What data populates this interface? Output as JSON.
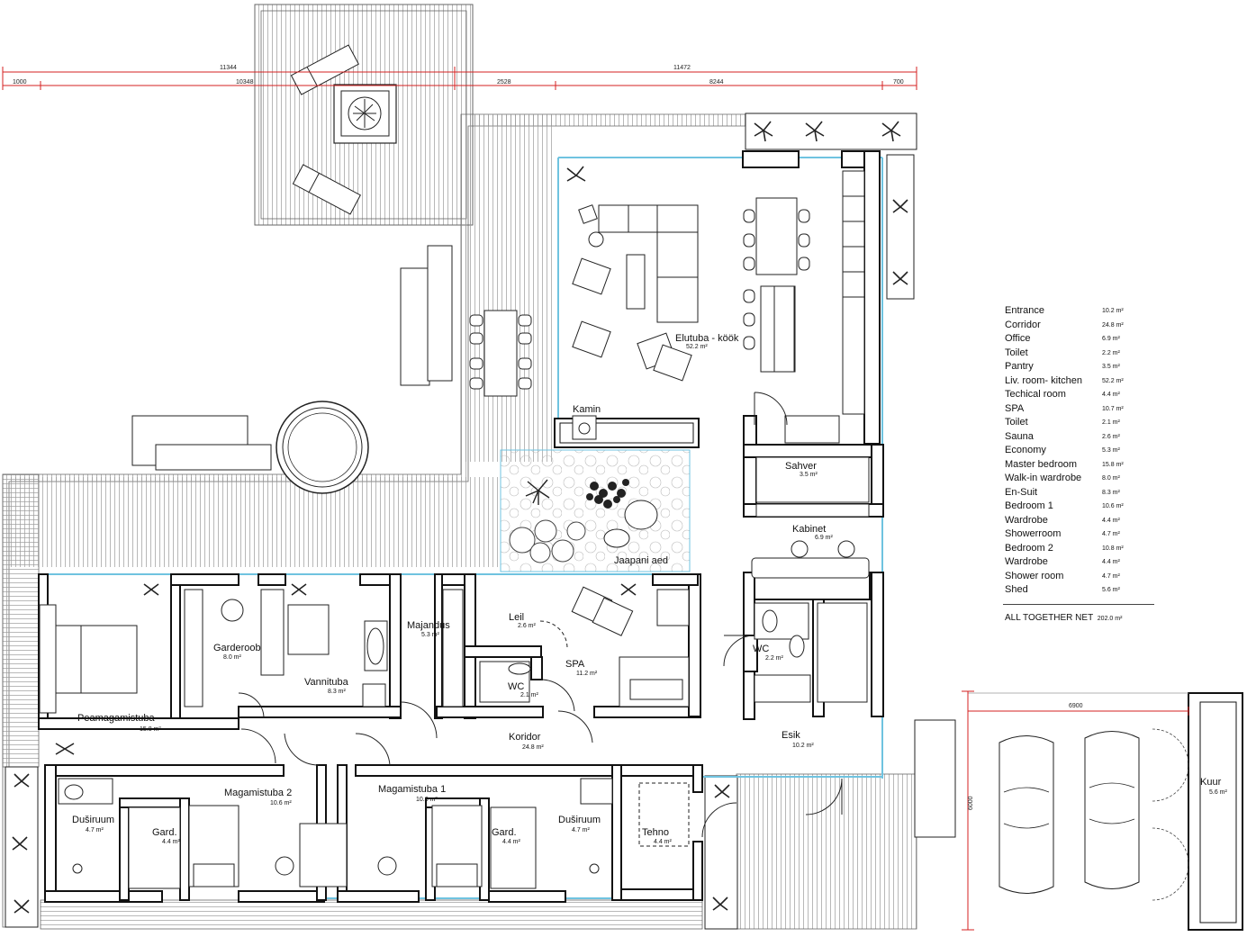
{
  "dimensions": {
    "top_total": [
      "11344",
      "11472"
    ],
    "top_parts": [
      "1000",
      "10348",
      "2528",
      "8244",
      "700"
    ],
    "garage_width": "6900",
    "garage_depth": "6000"
  },
  "rooms": [
    {
      "id": "elutuba",
      "name": "Elutuba - köök",
      "area": "52.2 m²"
    },
    {
      "id": "kamin",
      "name": "Kamin",
      "area": ""
    },
    {
      "id": "sahver",
      "name": "Sahver",
      "area": "3.5 m²"
    },
    {
      "id": "kabinet",
      "name": "Kabinet",
      "area": "6.9 m²"
    },
    {
      "id": "jaapani",
      "name": "Jaapani aed",
      "area": ""
    },
    {
      "id": "garderoob",
      "name": "Garderoob",
      "area": "8.0 m²"
    },
    {
      "id": "vannituba",
      "name": "Vannituba",
      "area": "8.3 m²"
    },
    {
      "id": "majandus",
      "name": "Majandus",
      "area": "5.3 m²"
    },
    {
      "id": "leil",
      "name": "Leil",
      "area": "2.6 m²"
    },
    {
      "id": "spa",
      "name": "SPA",
      "area": "11.2 m²"
    },
    {
      "id": "wc-spa",
      "name": "WC",
      "area": "2.1 m²"
    },
    {
      "id": "wc-entry",
      "name": "WC",
      "area": "2.2 m²"
    },
    {
      "id": "peamagamistuba",
      "name": "Peamagamistuba",
      "area": "15.8 m²"
    },
    {
      "id": "koridor",
      "name": "Koridor",
      "area": "24.8 m²"
    },
    {
      "id": "esik",
      "name": "Esik",
      "area": "10.2 m²"
    },
    {
      "id": "magamistuba2",
      "name": "Magamistuba 2",
      "area": "10.6 m²"
    },
    {
      "id": "magamistuba1",
      "name": "Magamistuba 1",
      "area": "10.6 m²"
    },
    {
      "id": "dusiruum-l",
      "name": "Duširuum",
      "area": "4.7 m²"
    },
    {
      "id": "gard-l",
      "name": "Gard.",
      "area": "4.4 m²"
    },
    {
      "id": "gard-r",
      "name": "Gard.",
      "area": "4.4 m²"
    },
    {
      "id": "dusiruum-r",
      "name": "Duširuum",
      "area": "4.7 m²"
    },
    {
      "id": "tehno",
      "name": "Tehno",
      "area": "4.4 m²"
    },
    {
      "id": "kuur",
      "name": "Kuur",
      "area": "5.6 m²"
    }
  ],
  "legend": {
    "items": [
      {
        "name": "Entrance",
        "area": "10.2 m²"
      },
      {
        "name": "Corridor",
        "area": "24.8 m²"
      },
      {
        "name": "Office",
        "area": "6.9 m²"
      },
      {
        "name": "Toilet",
        "area": "2.2 m²"
      },
      {
        "name": "Pantry",
        "area": "3.5 m²"
      },
      {
        "name": "Liv. room- kitchen",
        "area": "52.2 m²"
      },
      {
        "name": "Techical room",
        "area": "4.4 m²"
      },
      {
        "name": "SPA",
        "area": "10.7 m²"
      },
      {
        "name": "Toilet",
        "area": "2.1 m²"
      },
      {
        "name": "Sauna",
        "area": "2.6 m²"
      },
      {
        "name": "Economy",
        "area": "5.3 m²"
      },
      {
        "name": "Master bedroom",
        "area": "15.8 m²"
      },
      {
        "name": "Walk-in wardrobe",
        "area": "8.0 m²"
      },
      {
        "name": "En-Suit",
        "area": "8.3 m²"
      },
      {
        "name": "Bedroom 1",
        "area": "10.6 m²"
      },
      {
        "name": "Wardrobe",
        "area": "4.4 m²"
      },
      {
        "name": "Showerroom",
        "area": "4.7 m²"
      },
      {
        "name": "Bedroom 2",
        "area": "10.8 m²"
      },
      {
        "name": "Wardrobe",
        "area": "4.4 m²"
      },
      {
        "name": "Shower room",
        "area": "4.7 m²"
      },
      {
        "name": "Shed",
        "area": "5.6 m²"
      }
    ],
    "total_label": "ALL TOGETHER NET",
    "total_area": "202.0 m²"
  },
  "colors": {
    "wall": "#111111",
    "glazing": "#6fc3e0",
    "dimension": "#d42020",
    "deck": "#9a9a9a"
  }
}
